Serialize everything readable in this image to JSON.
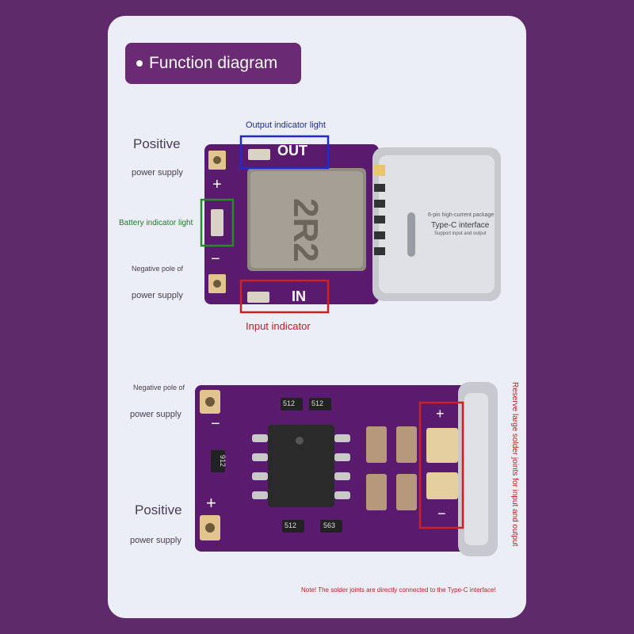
{
  "header": {
    "title": "Function diagram"
  },
  "top_board": {
    "positive_title": "Positive",
    "positive_sub": "power supply",
    "battery_indicator": "Battery indicator light",
    "negative_title": "Negative pole of",
    "negative_sub": "power supply",
    "output_indicator": "Output indicator light",
    "input_indicator": "Input indicator",
    "out_label": "OUT",
    "in_label": "IN",
    "inductor_mark": "2R2",
    "plus_sign": "+",
    "minus_sign": "−",
    "typec_pkg": "6-pin high-current package",
    "typec_title": "Type-C interface",
    "typec_sub": "Support input and output"
  },
  "bottom_board": {
    "negative_title": "Negative pole of",
    "negative_sub": "power supply",
    "positive_title": "Positive",
    "positive_sub": "power supply",
    "reserve_note": "Reserve large solder joints for input and output",
    "footnote": "Note! The solder joints are directly connected to the Type-C interface!",
    "res_512": "512",
    "res_912": "912",
    "res_563": "563",
    "plus_sign": "+",
    "minus_sign": "−"
  },
  "colors": {
    "pcb": "#5a1a6e",
    "pad": "#e2c48e",
    "box_blue": "#1f2bd0",
    "box_green": "#2a8a2a",
    "box_red": "#d01f1f"
  }
}
